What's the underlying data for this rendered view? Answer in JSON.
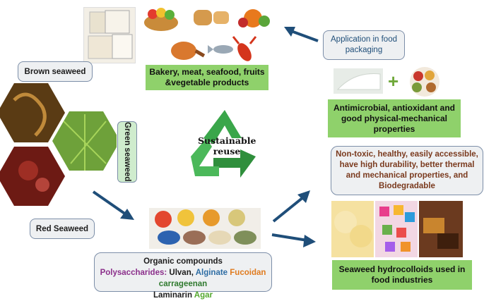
{
  "labels": {
    "brown_seaweed": "Brown seaweed",
    "green_seaweed": "Green seaweed",
    "red_seaweed": "Red Seaweed",
    "application": "Application in food packaging",
    "products": "Bakery, meat, seafood, fruits &vegetable products",
    "properties": "Antimicrobial, antioxidant and good physical-mechanical properties",
    "benefits": "Non-toxic, healthy, easily accessible, have high durability, better thermal and mechanical properties, and Biodegradable",
    "hydrocolloids": "Seaweed hydrocolloids used in food industries",
    "center": "Sustainable reuse",
    "plus_sign": "+"
  },
  "organic": {
    "title": "Organic compounds",
    "prefix": "Polysaccharides:",
    "items": [
      "Ulvan,",
      "Alginate",
      "Fucoidan",
      "carrageenan",
      "Laminarin",
      "Agar"
    ]
  },
  "colors": {
    "arrow": "#1f4e79",
    "green_box": "#8fd16b",
    "polysaccharides": "#8b2f8b",
    "ulvan": "#1c1c1c",
    "alginate": "#2e6da4",
    "fucoidan": "#e07b1f",
    "carrageenan": "#2f7a2f",
    "laminarin": "#1c1c1c",
    "agar": "#55a82f",
    "benefits_text": "#7a3a1e",
    "recycle": "#3aa64a"
  },
  "icons": [
    "recycle-icon",
    "plus-icon",
    "arrow-icon"
  ]
}
